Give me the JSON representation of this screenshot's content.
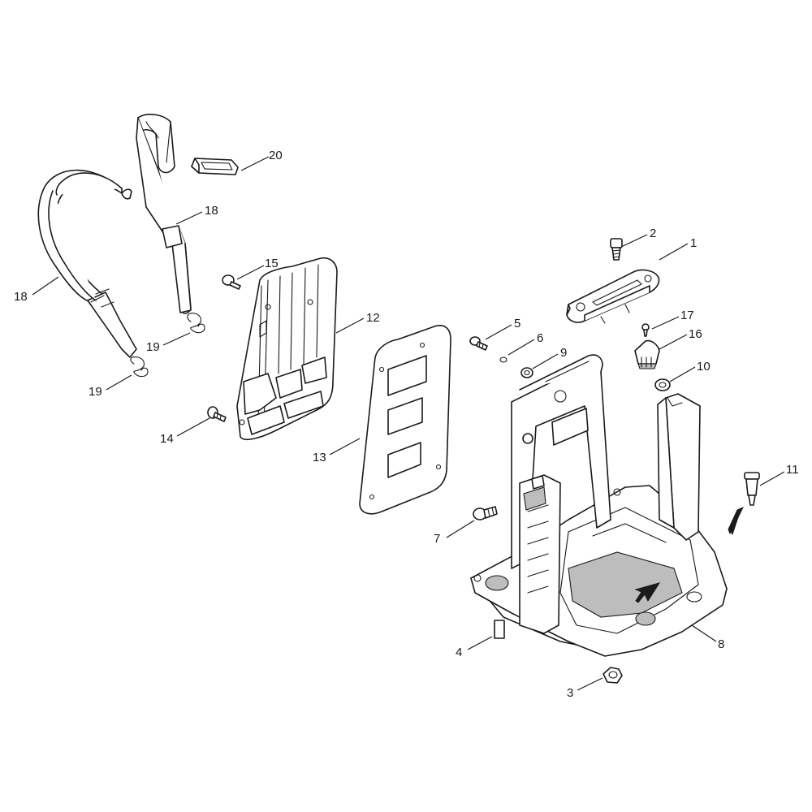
{
  "callouts": {
    "n1": "1",
    "n2": "2",
    "n3": "3",
    "n4": "4",
    "n5": "5",
    "n6": "6",
    "n7": "7",
    "n8": "8",
    "n9": "9",
    "n10": "10",
    "n11": "11",
    "n12": "12",
    "n13": "13",
    "n14": "14",
    "n15": "15",
    "n16": "16",
    "n17": "17",
    "n18a": "18",
    "n18b": "18",
    "n19a": "19",
    "n19b": "19",
    "n20": "20"
  }
}
